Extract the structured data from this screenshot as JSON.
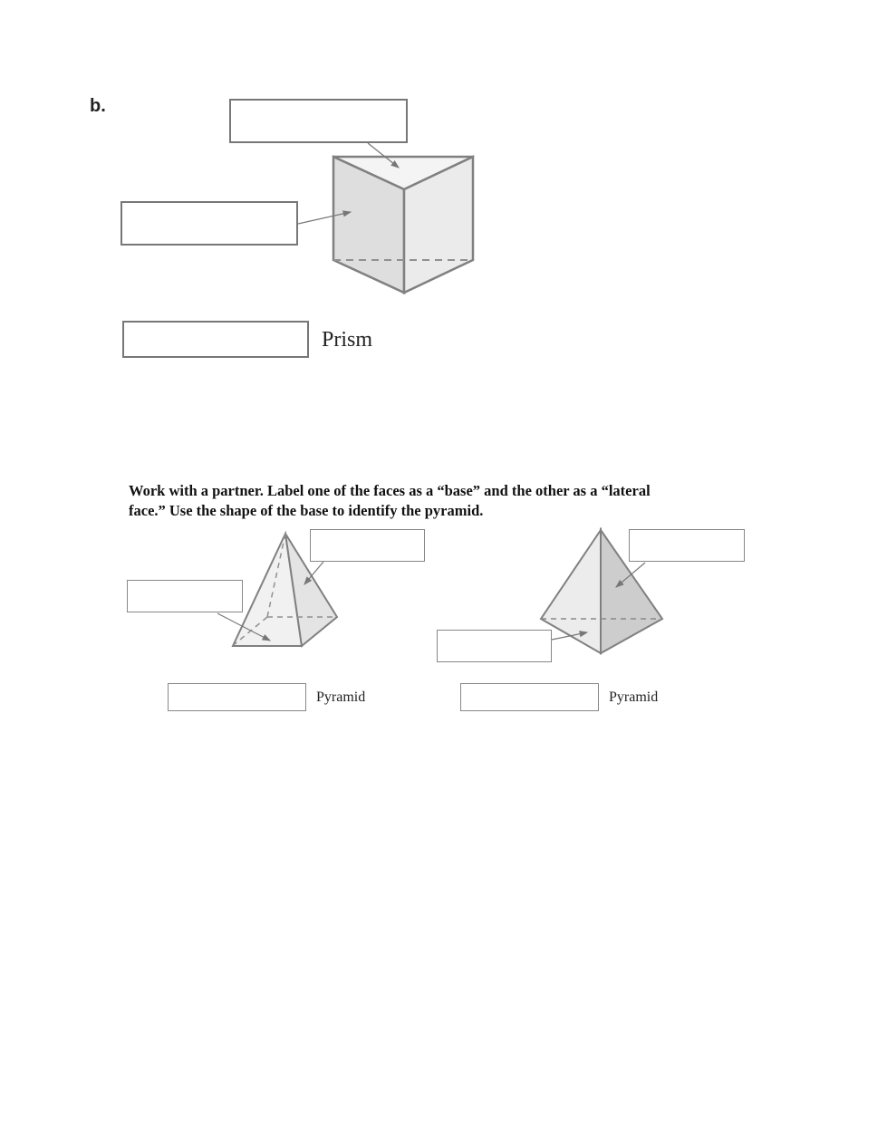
{
  "question_label": "b.",
  "prism": {
    "type_suffix": "Prism",
    "label_boxes": [
      "",
      "",
      ""
    ]
  },
  "instructions": "Work with a partner. Label one of the faces as a “base” and the other as a “lateral face.” Use the shape of the base to identify the pyramid.",
  "pyramid_left": {
    "type_suffix": "Pyramid",
    "label_boxes": [
      "",
      "",
      ""
    ]
  },
  "pyramid_right": {
    "type_suffix": "Pyramid",
    "label_boxes": [
      "",
      "",
      ""
    ]
  },
  "colors": {
    "outline": "#777777",
    "face_light": "#f2f2f2",
    "face_mid": "#e0e0e0",
    "face_dark": "#cfcfcf"
  }
}
